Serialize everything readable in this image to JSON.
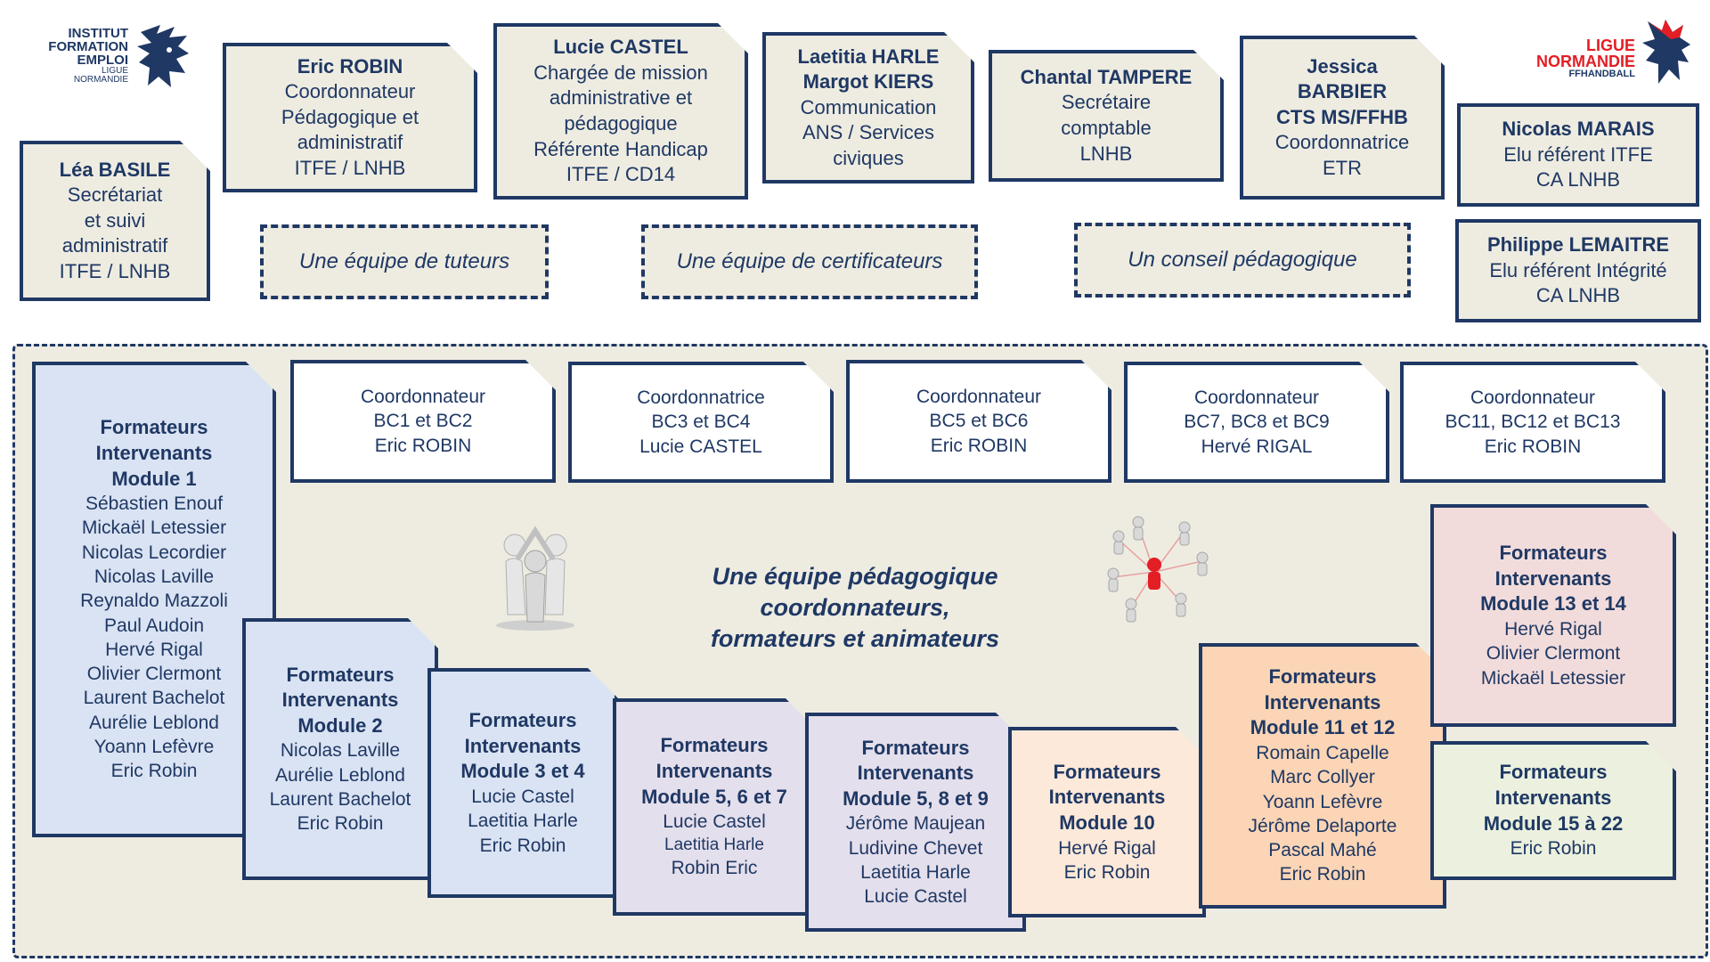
{
  "logos": {
    "left": [
      "INSTITUT",
      "FORMATION",
      "EMPLOI",
      "LIGUE",
      "NORMANDIE"
    ],
    "right": [
      "LIGUE",
      "NORMANDIE",
      "FFHANDBALL"
    ]
  },
  "top_cards": [
    {
      "lines": [
        "Léa BASILE",
        "Secrétariat",
        "et suivi",
        "administratif",
        "ITFE / LNHB"
      ],
      "bold": 1
    },
    {
      "lines": [
        "Eric ROBIN",
        "Coordonnateur",
        "Pédagogique et",
        "administratif",
        "ITFE / LNHB"
      ],
      "bold": 1
    },
    {
      "lines": [
        "Lucie CASTEL",
        "Chargée de mission",
        "administrative et",
        "pédagogique",
        "Référente Handicap",
        "ITFE / CD14"
      ],
      "bold": 1
    },
    {
      "lines": [
        "Laetitia HARLE",
        "Margot KIERS",
        "Communication",
        "ANS / Services",
        "civiques"
      ],
      "bold": 2
    },
    {
      "lines": [
        "Chantal TAMPERE",
        "Secrétaire",
        "comptable",
        "LNHB"
      ],
      "bold": 1
    },
    {
      "lines": [
        "Jessica",
        "BARBIER",
        "CTS  MS/FFHB",
        "Coordonnatrice",
        "ETR"
      ],
      "bold": 3
    },
    {
      "lines": [
        "Nicolas MARAIS",
        "Elu référent ITFE",
        "CA LNHB"
      ],
      "bold": 1
    },
    {
      "lines": [
        "Philippe LEMAITRE",
        "Elu référent Intégrité",
        "CA LNHB"
      ],
      "bold": 1
    }
  ],
  "dashed_groups": [
    "Une équipe de tuteurs",
    "Une équipe de certificateurs",
    "Un conseil pédagogique"
  ],
  "coordinators": [
    {
      "lines": [
        "Coordonnateur",
        "BC1 et BC2",
        "Eric ROBIN"
      ]
    },
    {
      "lines": [
        "Coordonnatrice",
        "BC3 et BC4",
        "Lucie CASTEL"
      ]
    },
    {
      "lines": [
        "Coordonnateur",
        "BC5 et BC6",
        "Eric ROBIN"
      ]
    },
    {
      "lines": [
        "Coordonnateur",
        "BC7, BC8 et BC9",
        "Hervé RIGAL"
      ]
    },
    {
      "lines": [
        "Coordonnateur",
        "BC11, BC12 et BC13",
        "Eric ROBIN"
      ]
    }
  ],
  "center_text": [
    "Une équipe pédagogique",
    "coordonnateurs,",
    "formateurs et animateurs"
  ],
  "teams": [
    {
      "lines": [
        "Formateurs",
        "Intervenants",
        "Module 1",
        "Sébastien Enouf",
        "Mickaël Letessier",
        "Nicolas Lecordier",
        "Nicolas Laville",
        "Reynaldo Mazzoli",
        "Paul Audoin",
        "Hervé Rigal",
        "Olivier Clermont",
        "Laurent Bachelot",
        "Aurélie Leblond",
        "Yoann Lefèvre",
        "Eric Robin"
      ],
      "color": "#dae3f3"
    },
    {
      "lines": [
        "Formateurs",
        "Intervenants",
        "Module 2",
        "Nicolas Laville",
        "Aurélie Leblond",
        "Laurent Bachelot",
        "Eric Robin"
      ],
      "color": "#dae3f3"
    },
    {
      "lines": [
        "Formateurs",
        "Intervenants",
        "Module 3 et 4",
        "Lucie Castel",
        "Laetitia Harle",
        "Eric Robin"
      ],
      "color": "#dae3f3"
    },
    {
      "lines": [
        "Formateurs",
        "Intervenants",
        "Module 5, 6 et 7",
        "Lucie Castel",
        "Laetitia Harle",
        "Robin Eric"
      ],
      "color": "#e4dfec"
    },
    {
      "lines": [
        "Formateurs",
        "Intervenants",
        "Module 5, 8 et 9",
        "Jérôme Maujean",
        "Ludivine Chevet",
        "Laetitia Harle",
        "Lucie Castel"
      ],
      "color": "#e4dfec"
    },
    {
      "lines": [
        "Formateurs",
        "Intervenants",
        "Module 10",
        "Hervé Rigal",
        "Eric Robin"
      ],
      "color": "#fde9d9"
    },
    {
      "lines": [
        "Formateurs",
        "Intervenants",
        "Module 11 et 12",
        "Romain Capelle",
        "Marc Collyer",
        "Yoann Lefèvre",
        "Jérôme Delaporte",
        "Pascal Mahé",
        "Eric Robin"
      ],
      "color": "#fbd5b5"
    },
    {
      "lines": [
        "Formateurs",
        "Intervenants",
        "Module 13 et 14",
        "Hervé Rigal",
        "Olivier Clermont",
        "Mickaël Letessier"
      ],
      "color": "#f2dcdb"
    },
    {
      "lines": [
        "Formateurs",
        "Intervenants",
        "Module 15 à 22",
        "Eric Robin"
      ],
      "color": "#ebf1de"
    }
  ],
  "colors": {
    "navy": "#1f3864",
    "beige": "#eeece1",
    "red": "#e31e24"
  }
}
